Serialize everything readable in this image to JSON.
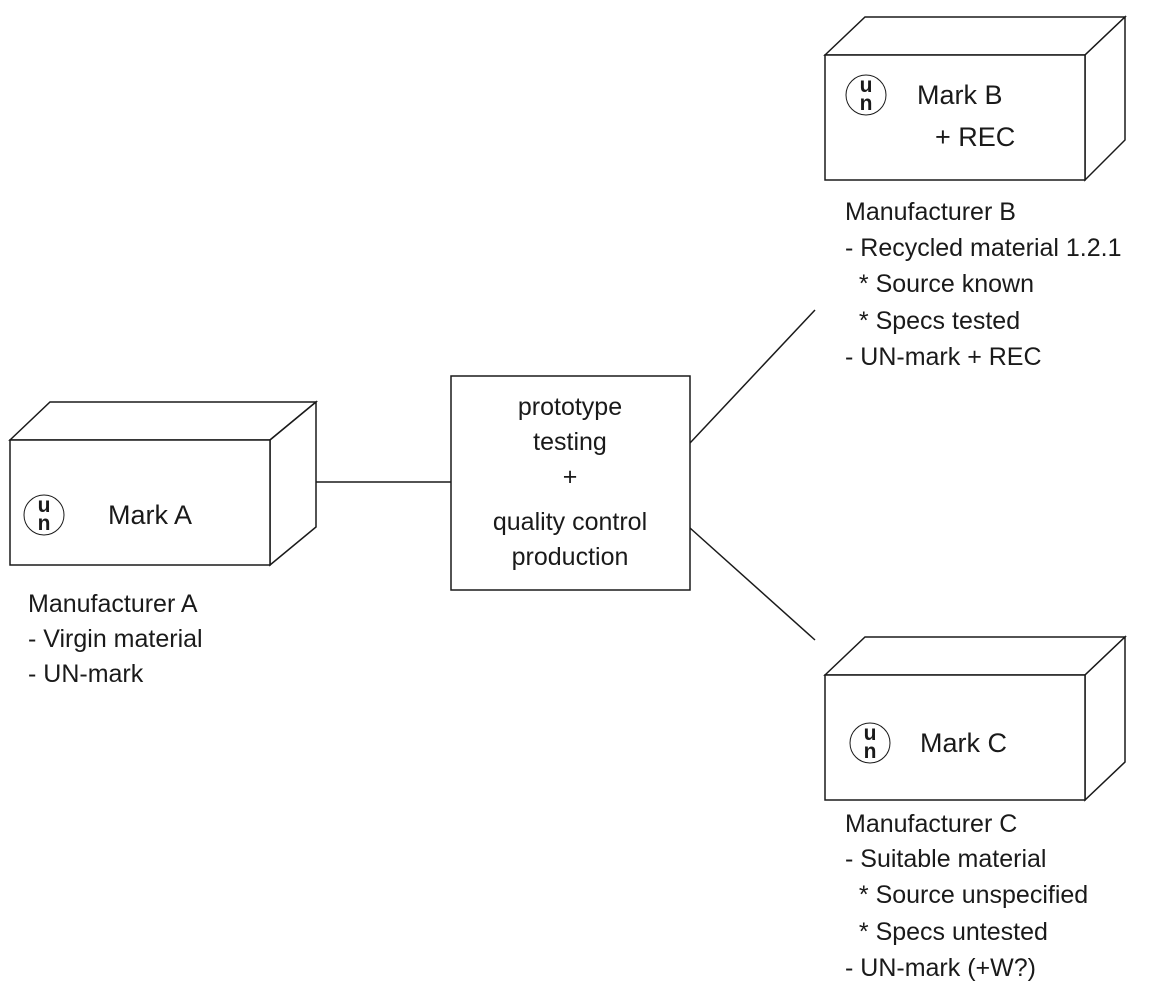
{
  "center_box": {
    "lines": [
      "prototype",
      "testing",
      "+",
      "quality control",
      "production"
    ]
  },
  "boxes": {
    "a": {
      "mark_lines": [
        "Mark A"
      ],
      "logo": {
        "icon": "un-logo-icon",
        "top": "u",
        "bottom": "n"
      },
      "caption": [
        "Manufacturer A",
        "- Virgin material",
        "- UN-mark"
      ]
    },
    "b": {
      "mark_lines": [
        "Mark B",
        "+ REC"
      ],
      "logo": {
        "icon": "un-logo-icon",
        "top": "u",
        "bottom": "n"
      },
      "caption": [
        "Manufacturer B",
        "- Recycled material 1.2.1",
        "  * Source known",
        "  * Specs tested",
        "- UN-mark + REC"
      ]
    },
    "c": {
      "mark_lines": [
        "Mark C"
      ],
      "logo": {
        "icon": "un-logo-icon",
        "top": "u",
        "bottom": "n"
      },
      "caption": [
        "Manufacturer C",
        "- Suitable material",
        "  * Source unspecified",
        "  * Specs untested",
        "- UN-mark (+W?)"
      ]
    }
  }
}
